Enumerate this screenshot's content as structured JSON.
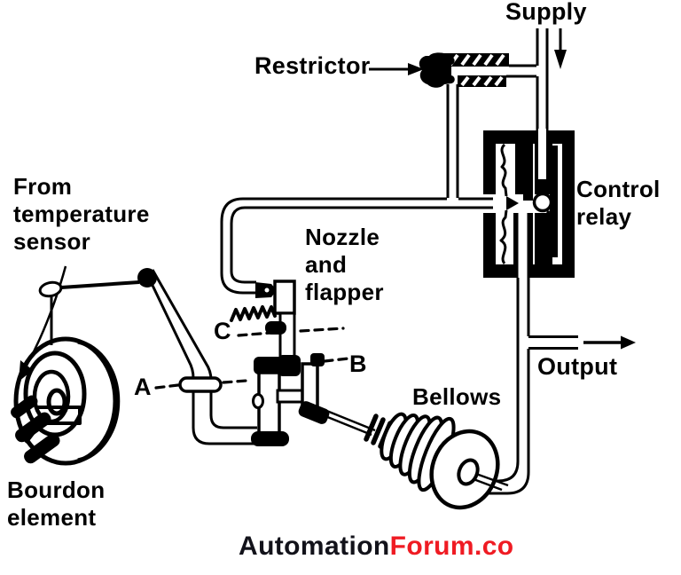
{
  "diagram": {
    "description": "Pneumatic temperature transmitter schematic: Bourdon element driving a nozzle-flapper, with restrictor, control relay and feedback bellows",
    "labels": {
      "supply": "Supply",
      "restrictor": "Restrictor",
      "control_relay": {
        "line1": "Control",
        "line2": "relay"
      },
      "nozzle_flapper": {
        "line1": "Nozzle",
        "line2": "and",
        "line3": "flapper"
      },
      "temperature_sensor": {
        "line1": "From",
        "line2": "temperature",
        "line3": "sensor"
      },
      "bourdon": {
        "line1": "Bourdon",
        "line2": "element"
      },
      "bellows": "Bellows",
      "output": "Output"
    },
    "points": {
      "a": "A",
      "b": "B",
      "c": "C"
    },
    "watermark": {
      "prefix": "Automation",
      "suffix": "Forum.co",
      "prefix_color": "#12121a",
      "suffix_color": "#ef1b23"
    },
    "colors": {
      "ink": "#000000",
      "background": "#ffffff"
    }
  }
}
